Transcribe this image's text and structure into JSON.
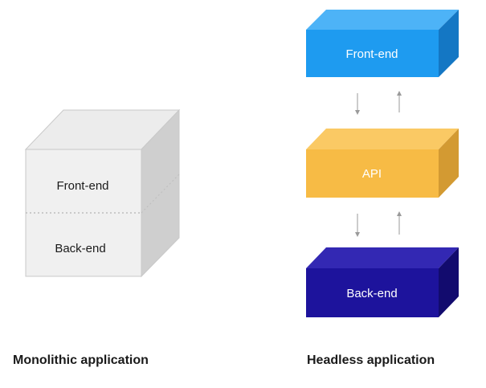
{
  "monolithic": {
    "front_label": "Front-end",
    "back_label": "Back-end",
    "caption": "Monolithic application",
    "colors": {
      "front": "#f0f0f0",
      "top": "#ececec",
      "side": "#cfcfcf",
      "edge": "#c9c9c9",
      "divider": "#bdbdbd"
    }
  },
  "headless": {
    "caption": "Headless application",
    "blocks": [
      {
        "id": "front-end",
        "label": "Front-end",
        "colors": {
          "front": "#1e9bf0",
          "top": "#4db3f7",
          "side": "#1477c4"
        }
      },
      {
        "id": "api",
        "label": "API",
        "colors": {
          "front": "#f7bb45",
          "top": "#fac964",
          "side": "#d39a32"
        }
      },
      {
        "id": "back-end",
        "label": "Back-end",
        "colors": {
          "front": "#1d139c",
          "top": "#3328b3",
          "side": "#120b6e"
        }
      }
    ],
    "arrow_color": "#9a9a9a"
  },
  "text_color": "#1a1a1a"
}
